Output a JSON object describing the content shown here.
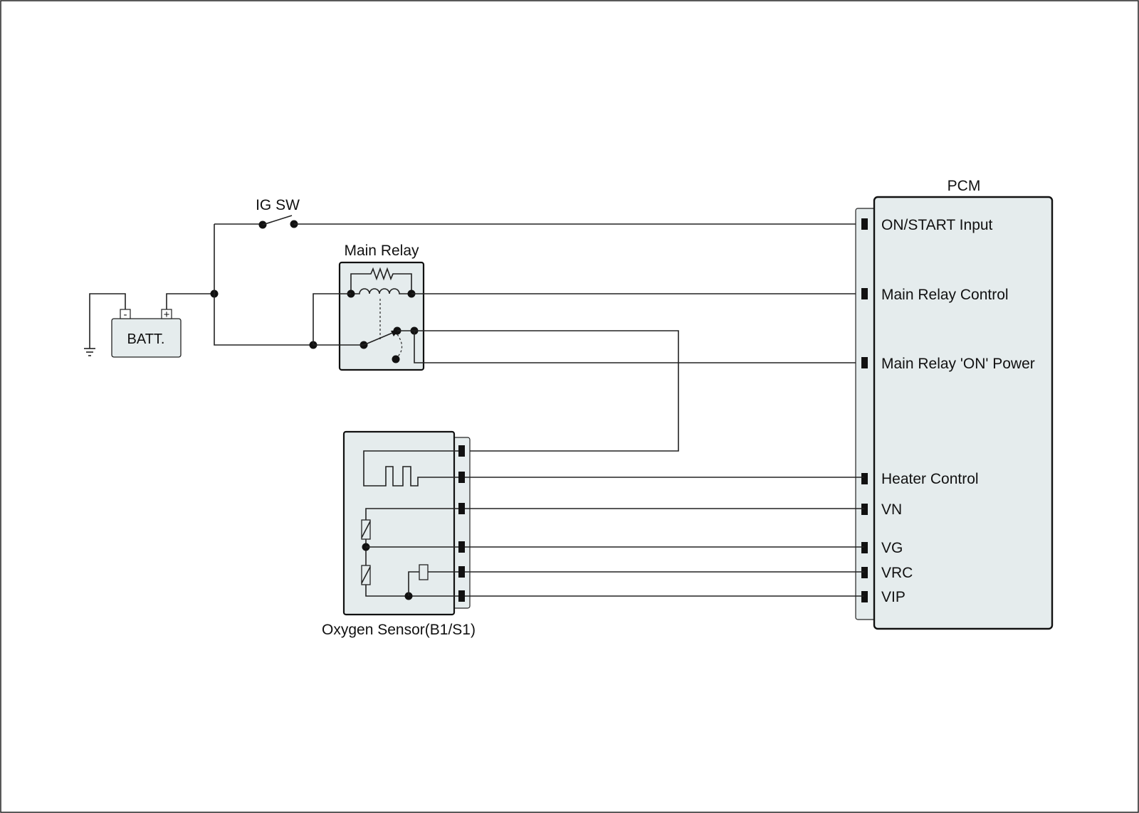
{
  "labels": {
    "ig_sw": "IG SW",
    "main_relay": "Main Relay",
    "battery": "BATT.",
    "battery_neg": "-",
    "battery_pos": "+",
    "pcm": "PCM",
    "oxygen_sensor": "Oxygen Sensor(B1/S1)"
  },
  "pcm_pins": [
    "ON/START Input",
    "Main Relay Control",
    "Main Relay 'ON' Power",
    "Heater Control",
    "VN",
    "VG",
    "VRC",
    "VIP"
  ],
  "colors": {
    "component_fill": "#e5eced",
    "line": "#222222",
    "background": "#ffffff"
  }
}
